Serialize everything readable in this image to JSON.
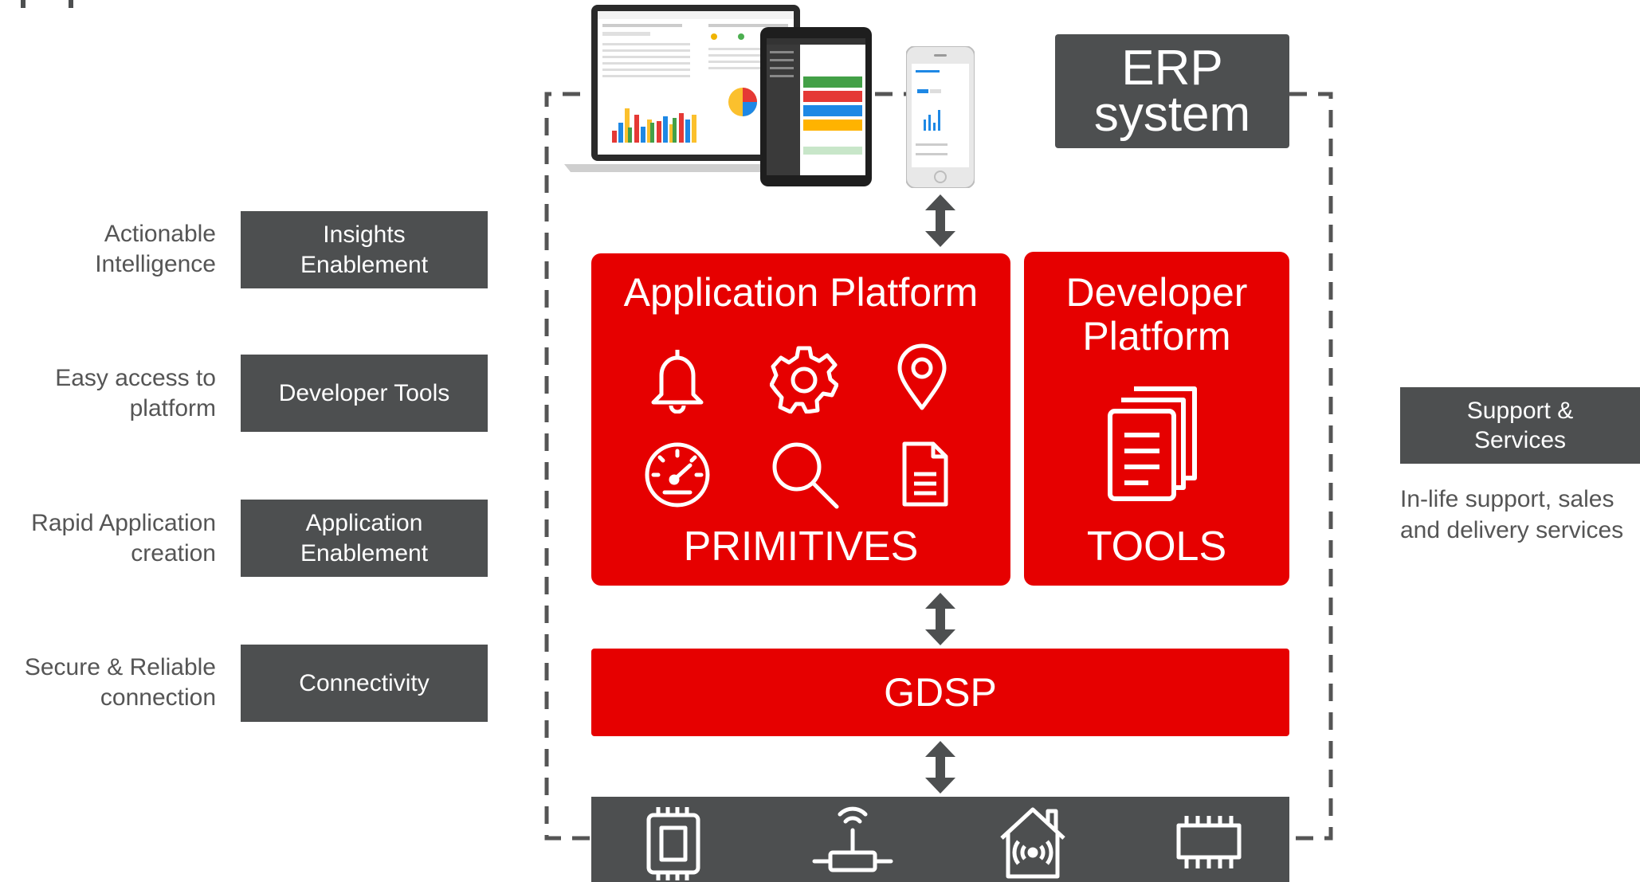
{
  "left_rows": [
    {
      "description": "Actionable\nIntelligence",
      "box": "Insights\nEnablement"
    },
    {
      "description": "Easy access to\nplatform",
      "box": "Developer Tools"
    },
    {
      "description": "Rapid Application\ncreation",
      "box": "Application\nEnablement"
    },
    {
      "description": "Secure & Reliable\nconnection",
      "box": "Connectivity"
    }
  ],
  "erp": {
    "label": "ERP\nsystem"
  },
  "application_platform": {
    "title": "Application Platform",
    "footer": "PRIMITIVES",
    "icons": [
      "bell-icon",
      "gear-icon",
      "location-pin-icon",
      "speedometer-icon",
      "search-icon",
      "document-icon"
    ]
  },
  "developer_platform": {
    "title": "Developer\nPlatform",
    "footer": "TOOLS",
    "icons": [
      "documents-stack-icon"
    ]
  },
  "gdsp": {
    "label": "GDSP"
  },
  "support": {
    "box": "Support &\nServices",
    "description": "In-life support, sales\nand delivery services"
  },
  "device_icons": [
    "chip-icon",
    "router-icon",
    "smart-home-icon",
    "memory-module-icon"
  ],
  "devices": [
    "laptop-dashboard",
    "tablet-app",
    "phone-app"
  ],
  "colors": {
    "red": "#e60000",
    "dark_grey": "#4d4f50",
    "text_grey": "#555555",
    "dash": "#555555"
  }
}
